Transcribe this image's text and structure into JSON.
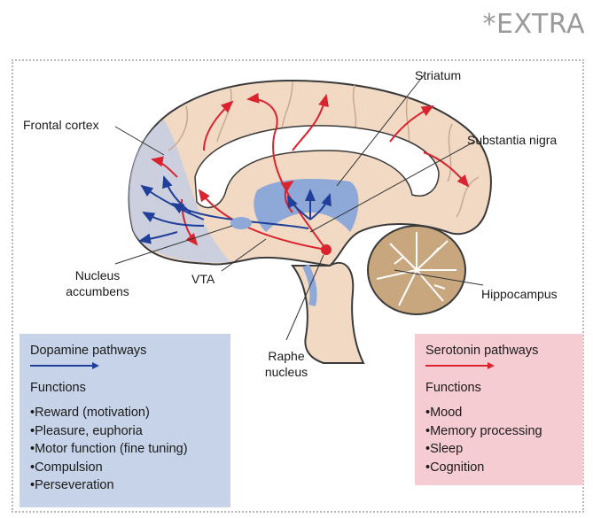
{
  "corner_tag": "*EXTRA",
  "labels": {
    "striatum": "Striatum",
    "frontal_cortex": "Frontal cortex",
    "substantia_nigra": "Substantia nigra",
    "nucleus_accumbens_1": "Nucleus",
    "nucleus_accumbens_2": "accumbens",
    "vta": "VTA",
    "raphe_1": "Raphe",
    "raphe_2": "nucleus",
    "hippocampus": "Hippocampus"
  },
  "dopamine": {
    "title": "Dopamine pathways",
    "functions_label": "Functions",
    "color": "#1f3f9a",
    "items": [
      "•Reward (motivation)",
      "•Pleasure, euphoria",
      "•Motor function (fine tuning)",
      "•Compulsion",
      "•Perseveration"
    ]
  },
  "serotonin": {
    "title": "Serotonin pathways",
    "functions_label": "Functions",
    "color": "#d9232e",
    "items": [
      "•Mood",
      "•Memory processing",
      "•Sleep",
      "•Cognition"
    ]
  }
}
